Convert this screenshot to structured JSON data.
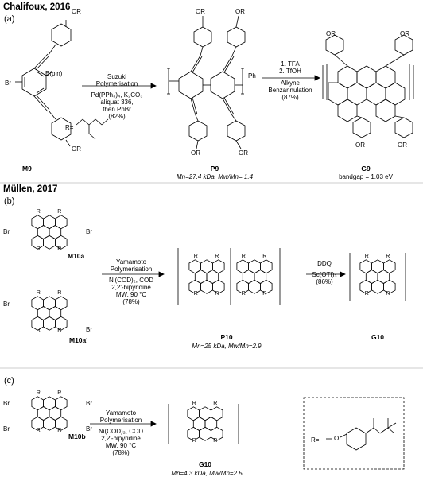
{
  "sections": [
    {
      "header": "Chalifoux, 2016",
      "part": "(a)",
      "step1": {
        "lines": [
          "Suzuki",
          "Polymerisation",
          "Pd(PPh₃)₄, K₂CO₃",
          "aliquat 336,",
          "then PhBr",
          "(82%)"
        ]
      },
      "step2": {
        "lines": [
          "1. TFA",
          "2. TfOH",
          "Alkyne",
          "Benzannulation",
          "(87%)"
        ]
      },
      "r_def": "R=",
      "monomer": {
        "label": "M9",
        "substituent": "OR",
        "br": "Br",
        "bpin": "B(pin)"
      },
      "polymer": {
        "label": "P9",
        "stats": "Mn=27.4 kDa, Mw/Mn= 1.4",
        "end_group": "Ph"
      },
      "product": {
        "label": "G9",
        "stats": "bandgap = 1.03 eV"
      }
    },
    {
      "header": "Müllen, 2017",
      "part": "(b)",
      "step1": {
        "lines": [
          "Yamamoto",
          "Polymerisation",
          "Ni(COD)₂, COD",
          "2,2'-bipyridine",
          "MW, 90 °C",
          "(78%)"
        ]
      },
      "step2": {
        "lines": [
          "DDQ",
          "Sc(OTf)₃",
          "(86%)"
        ]
      },
      "monomers": [
        {
          "label": "M10a"
        },
        {
          "label": "M10a'"
        }
      ],
      "polymer": {
        "label": "P10",
        "stats": "Mn=25 kDa, Mw/Mn=2.9"
      },
      "product": {
        "label": "G10"
      }
    },
    {
      "part": "(c)",
      "step1": {
        "lines": [
          "Yamamoto",
          "Polymerisation",
          "Ni(COD)₂, COD",
          "2,2'-bipyridine",
          "MW, 90 °C",
          "(78%)"
        ]
      },
      "monomer": {
        "label": "M10b"
      },
      "product": {
        "label": "G10",
        "stats": "Mn=4.3 kDa, Mw/Mn=2.5"
      },
      "r_def": "R="
    }
  ],
  "atoms": {
    "r": "R",
    "br": "Br",
    "or": "OR",
    "o": "O"
  }
}
